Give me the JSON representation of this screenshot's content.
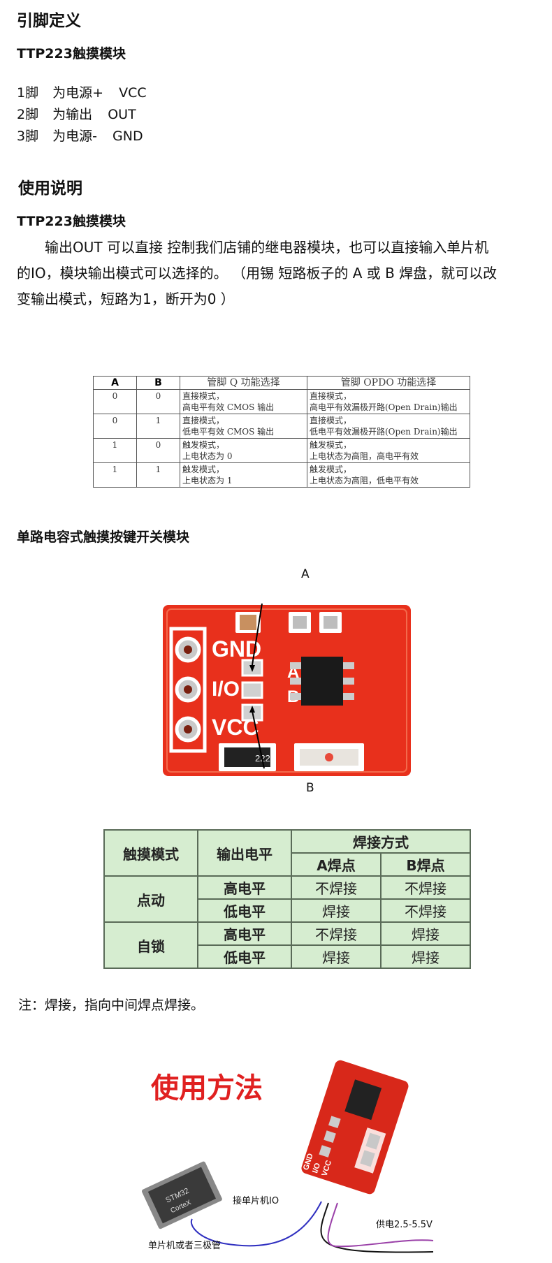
{
  "pin_def": {
    "title": "引脚定义",
    "module": "TTP223触摸模块",
    "pins": [
      {
        "num": "1脚",
        "desc": "为电源+",
        "name": "VCC"
      },
      {
        "num": "2脚",
        "desc": "为输出",
        "name": "OUT"
      },
      {
        "num": "3脚",
        "desc": "为电源-",
        "name": "GND"
      }
    ]
  },
  "usage": {
    "title": "使用说明",
    "module": "TTP223触摸模块",
    "lines": [
      "　　输出OUT 可以直接 控制我们店铺的继电器模块，也可以直接输入单片机",
      "的IO，模块输出模式可以选择的。 （用锡 短路板子的 A 或 B 焊盘，就可以改",
      "变输出模式，短路为1，断开为0 ）"
    ]
  },
  "config_table": {
    "headers": [
      "A",
      "B",
      "管脚 Q 功能选择",
      "管脚 OPDO 功能选择"
    ],
    "rows": [
      {
        "a": "0",
        "b": "0",
        "q1": "直接模式，",
        "q2": "高电平有效 CMOS 输出",
        "o1": "直接模式，",
        "o2": "高电平有效漏极开路(Open Drain)输出"
      },
      {
        "a": "0",
        "b": "1",
        "q1": "直接模式，",
        "q2": "低电平有效 CMOS 输出",
        "o1": "直接模式，",
        "o2": "低电平有效漏极开路(Open Drain)输出"
      },
      {
        "a": "1",
        "b": "0",
        "q1": "触发模式，",
        "q2": "上电状态为 0",
        "o1": "触发模式，",
        "o2": "上电状态为高阻，高电平有效"
      },
      {
        "a": "1",
        "b": "1",
        "q1": "触发模式，",
        "q2": "上电状态为 1",
        "o1": "触发模式，",
        "o2": "上电状态为高阻，低电平有效"
      }
    ]
  },
  "module_section": {
    "title": "单路电容式触摸按键开关模块",
    "board_labels": {
      "gnd": "GND",
      "io": "I/O",
      "vcc": "VCC",
      "a": "A",
      "b": "B",
      "res": "222"
    },
    "callout_a": "A",
    "callout_b": "B"
  },
  "weld_table": {
    "h_mode": "触摸模式",
    "h_level": "输出电平",
    "h_weld": "焊接方式",
    "h_a": "A焊点",
    "h_b": "B焊点",
    "rows": [
      {
        "mode": "点动",
        "level": "高电平",
        "a": "不焊接",
        "b": "不焊接"
      },
      {
        "mode": "",
        "level": "低电平",
        "a": "焊接",
        "b": "不焊接"
      },
      {
        "mode": "自锁",
        "level": "高电平",
        "a": "不焊接",
        "b": "焊接"
      },
      {
        "mode": "",
        "level": "低电平",
        "a": "焊接",
        "b": "焊接"
      }
    ]
  },
  "note": "注：焊接，指向中间焊点焊接。",
  "usage_diagram": {
    "title": "使用方法",
    "io_label": "接单片机IO",
    "power_label": "供电2.5-5.5V",
    "mcu_label": "单片机或者三极管",
    "chip_brand": "STM32",
    "chip_sub": "CorteX",
    "pin_labels": [
      "GND",
      "I/O",
      "VCC"
    ]
  },
  "colors": {
    "board_red": "#e8301c",
    "table_green": "#d6edd0",
    "title_red": "#e02020"
  }
}
